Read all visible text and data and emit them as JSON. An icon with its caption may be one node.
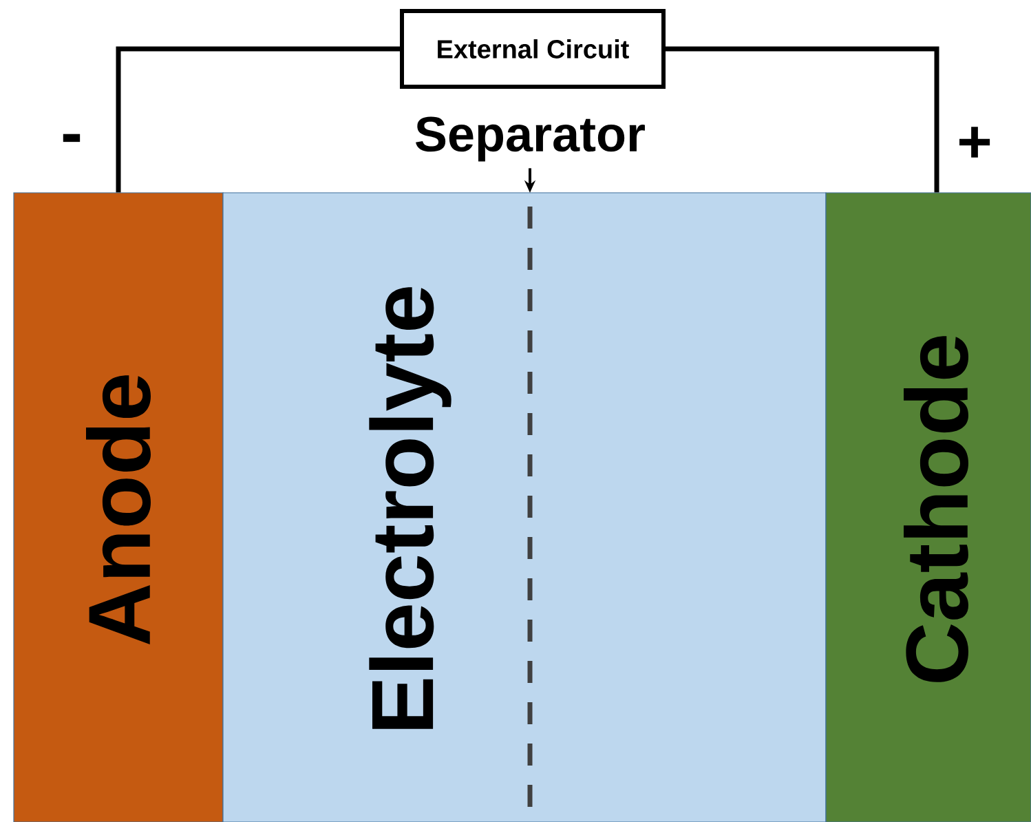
{
  "diagram": {
    "nodes": [
      {
        "text": [
          "External Circuit"
        ]
      },
      {
        "text": [
          "Anode"
        ]
      },
      {
        "text": [
          "Electrolyte"
        ]
      },
      {
        "text": [
          "Cathode"
        ]
      },
      {
        "text": [
          "Separator"
        ]
      },
      {
        "text": [],
        "shape": "bar",
        "in": 2
      }
    ],
    "edges": [
      {
        "from": 0,
        "to": 1,
        "arrow": "none"
      },
      {
        "from": 0,
        "to": 3,
        "arrow": "none"
      },
      {
        "from": 4,
        "to": 5,
        "arrow": "to"
      }
    ],
    "labels": [
      "-",
      "+"
    ]
  }
}
